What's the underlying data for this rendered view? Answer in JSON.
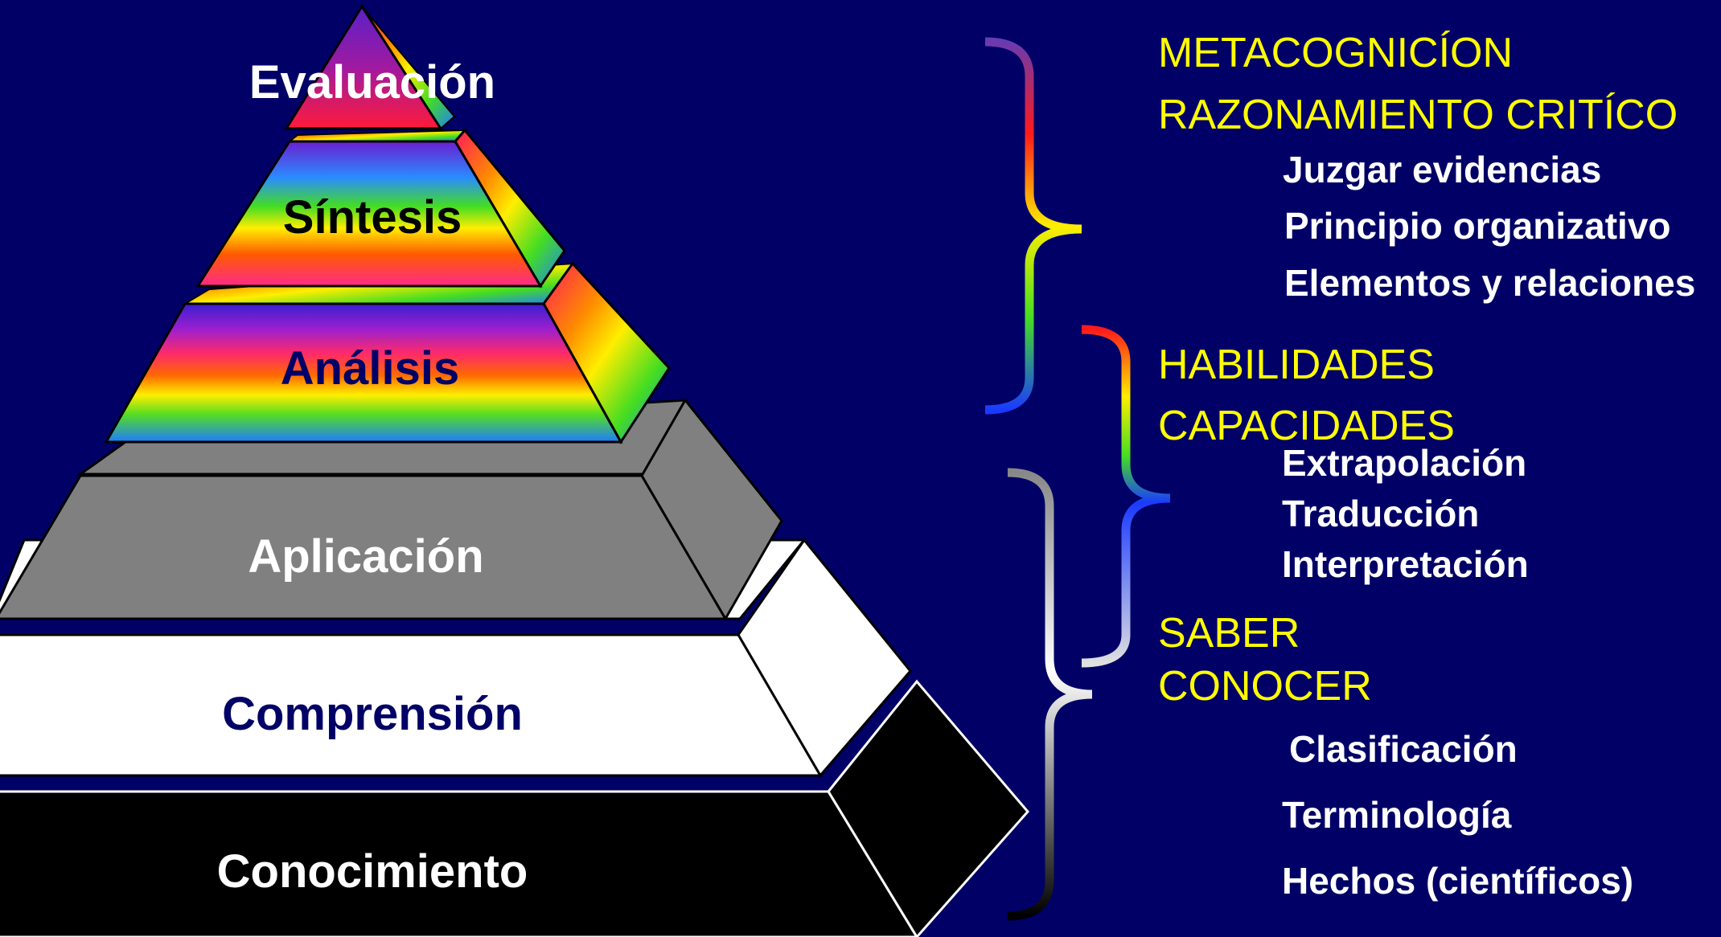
{
  "pyramid": {
    "levels": [
      {
        "id": "evaluacion",
        "label": "Evaluación",
        "text_color": "#ffffff"
      },
      {
        "id": "sintesis",
        "label": "Síntesis",
        "text_color": "#000000"
      },
      {
        "id": "analisis",
        "label": "Análisis",
        "text_color": "#000066"
      },
      {
        "id": "aplicacion",
        "label": "Aplicación",
        "text_color": "#ffffff"
      },
      {
        "id": "comprension",
        "label": "Comprensión",
        "text_color": "#000066"
      },
      {
        "id": "conocimiento",
        "label": "Conocimiento",
        "text_color": "#ffffff"
      }
    ]
  },
  "groups": {
    "upper": {
      "categories": [
        "METACOGNICÍON",
        "RAZONAMIENTO CRITÍCO"
      ],
      "items": [
        "Juzgar evidencias",
        "Principio organizativo",
        "Elementos y relaciones"
      ]
    },
    "middle": {
      "categories": [
        "HABILIDADES",
        "CAPACIDADES"
      ],
      "items": [
        "Extrapolación",
        "Traducción",
        "Interpretación"
      ]
    },
    "lower": {
      "categories": [
        "SABER",
        "CONOCER"
      ],
      "items": [
        "Clasificación",
        "Terminología",
        "Hechos (científicos)"
      ]
    }
  },
  "colors": {
    "background": "#000066",
    "category_text": "#ffff00",
    "item_text": "#ffffff",
    "aplicacion_fill": "#808080",
    "comprension_fill": "#ffffff",
    "conocimiento_fill": "#000000"
  }
}
